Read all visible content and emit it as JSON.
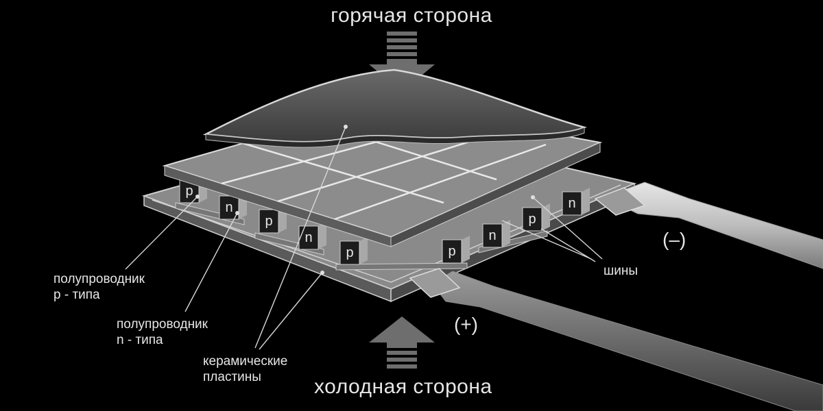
{
  "hot_side": "горячая сторона",
  "cold_side": "холодная сторона",
  "labels": {
    "p_type": [
      "полупроводник",
      "p - типа"
    ],
    "n_type": [
      "полупроводник",
      "n - типа"
    ],
    "ceramic": [
      "керамические",
      "пластины"
    ],
    "buses": "шины"
  },
  "terminals": {
    "negative": "(–)",
    "positive": "(+)"
  },
  "pellets": [
    "p",
    "n",
    "p",
    "n",
    "p",
    "p",
    "n",
    "p",
    "n"
  ]
}
